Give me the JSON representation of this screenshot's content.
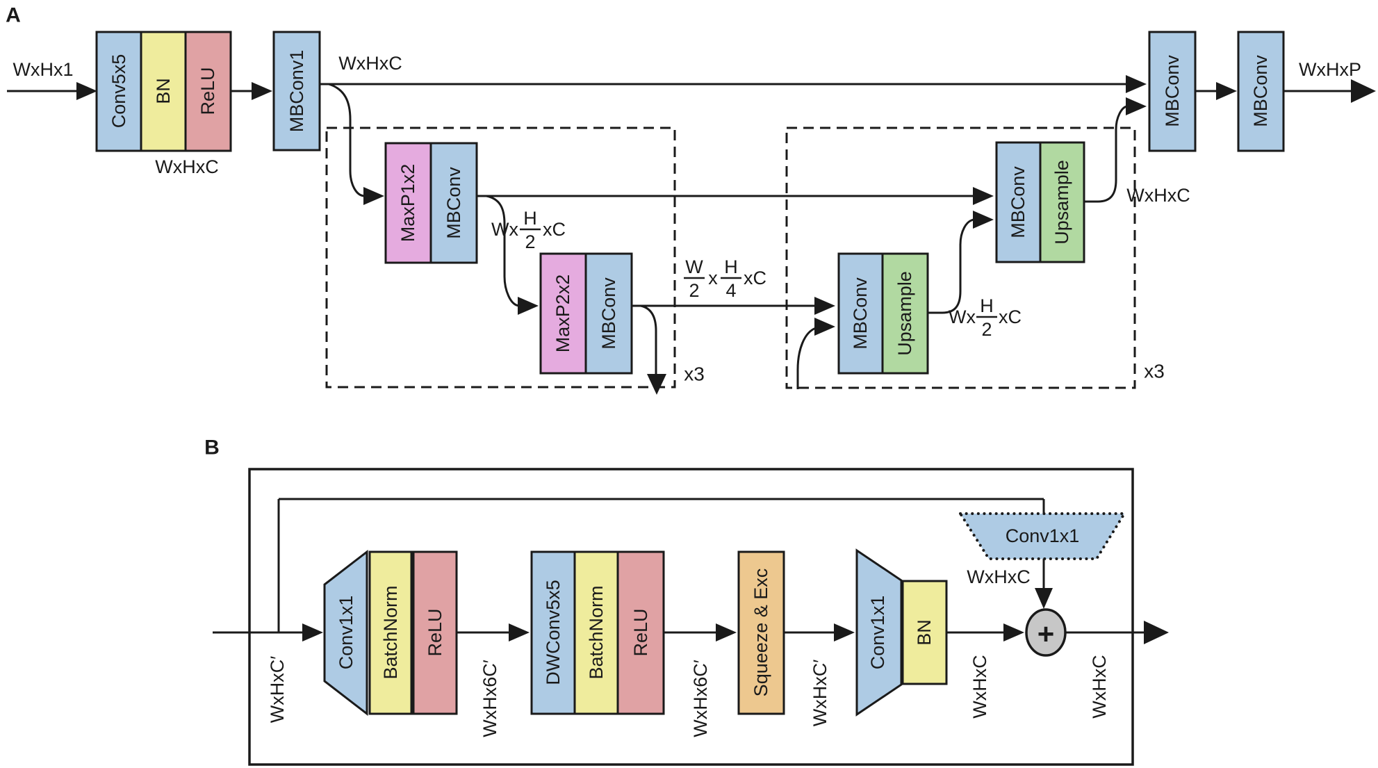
{
  "colors": {
    "blue": "#aecbe4",
    "yellow": "#efec9d",
    "red": "#e0a2a4",
    "purple": "#e5abdf",
    "green": "#b1d9a1",
    "orange": "#edc88f",
    "gray": "#c7c7c7"
  },
  "panel_a": {
    "label": "A",
    "input_dim": "WxHx1",
    "stem": {
      "conv": "Conv5x5",
      "bn": "BN",
      "relu": "ReLU",
      "out_dim": "WxHxC"
    },
    "mbconv1": "MBConv1",
    "skip_dim": "WxHxC",
    "encoder": {
      "block1": {
        "pool": "MaxP1x2",
        "conv": "MBConv"
      },
      "block1_out": {
        "pre": "Wx",
        "num": "H",
        "den": "2",
        "post": "xC"
      },
      "block2": {
        "pool": "MaxP2x2",
        "conv": "MBConv"
      },
      "block2_out": {
        "num1": "W",
        "den1": "2",
        "times": "x",
        "num2": "H",
        "den2": "4",
        "post": "xC"
      },
      "repeat": "x3"
    },
    "decoder": {
      "block1": {
        "conv": "MBConv",
        "up": "Upsample"
      },
      "block1_out": {
        "pre": "Wx",
        "num": "H",
        "den": "2",
        "post": "xC"
      },
      "block2": {
        "conv": "MBConv",
        "up": "Upsample"
      },
      "out_dim": "WxHxC",
      "repeat": "x3"
    },
    "head": {
      "mbconv_1": "MBConv",
      "mbconv_2": "MBConv",
      "out_dim": "WxHxP"
    }
  },
  "panel_b": {
    "label": "B",
    "input_dim": "WxHxC′",
    "expand": {
      "conv": "Conv1x1",
      "bn": "BatchNorm",
      "relu": "ReLU"
    },
    "dim_after_expand": "WxHx6C′",
    "depthwise": {
      "conv": "DWConv5x5",
      "bn": "BatchNorm",
      "relu": "ReLU"
    },
    "dim_after_dw": "WxHx6C′",
    "se": "Squeeze & Exc",
    "dim_after_se": "WxHxC′",
    "project": {
      "conv": "Conv1x1",
      "bn": "BN"
    },
    "dim_after_project": "WxHxC",
    "skip_conv": "Conv1x1",
    "skip_dim": "WxHxC",
    "plus": "+",
    "out_dim": "WxHxC"
  }
}
